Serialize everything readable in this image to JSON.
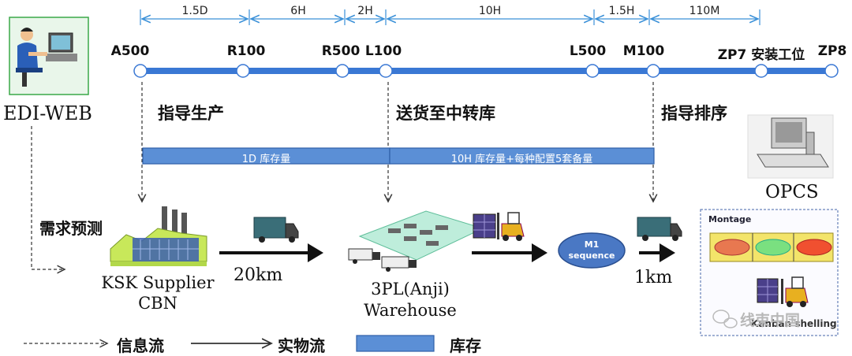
{
  "timeline": {
    "segments": [
      {
        "label": "1.5D"
      },
      {
        "label": "6H"
      },
      {
        "label": "2H"
      },
      {
        "label": "10H"
      },
      {
        "label": "1.5H"
      },
      {
        "label": "110M"
      }
    ],
    "nodes": [
      {
        "label": "A500"
      },
      {
        "label": "R100"
      },
      {
        "label": "R500"
      },
      {
        "label": "L100"
      },
      {
        "label": "L500"
      },
      {
        "label": "M100"
      },
      {
        "label": "ZP7 安装工位"
      },
      {
        "label": "ZP8"
      }
    ]
  },
  "labels": {
    "edi_web": "EDI-WEB",
    "guide_production": "指导生产",
    "deliver_transfer": "送货至中转库",
    "guide_sequencing": "指导排序",
    "opcs": "OPCS",
    "demand_forecast": "需求预测"
  },
  "inventory_bars": {
    "bar1": "1D 库存量",
    "bar2": "10H 库存量+每种配置5套备量"
  },
  "flow": {
    "supplier_line1": "KSK Supplier",
    "supplier_line2": "CBN",
    "distance1": "20km",
    "warehouse_line1": "3PL(Anji)",
    "warehouse_line2": "Warehouse",
    "m1_line1": "M1",
    "m1_line2": "sequence",
    "distance2": "1km"
  },
  "montage": {
    "title": "Montage",
    "caption": "Kanban shelling"
  },
  "legend": {
    "info_flow": "信息流",
    "physical_flow": "实物流",
    "inventory": "库存"
  },
  "watermark": "线束中国",
  "colors": {
    "timeline_blue": "#3a78d4",
    "bar_blue": "#5b8fd6",
    "bar_border": "#2e5fa8",
    "node_fill": "#ffffff",
    "factory_green": "#c8e85a",
    "truck_teal": "#3a6e78",
    "montage_border": "#4466aa"
  },
  "icons": [
    "computer-user-icon",
    "factory-icon",
    "truck-icon",
    "warehouse-icon",
    "forklift-icon",
    "computer-icon",
    "wechat-icon"
  ]
}
